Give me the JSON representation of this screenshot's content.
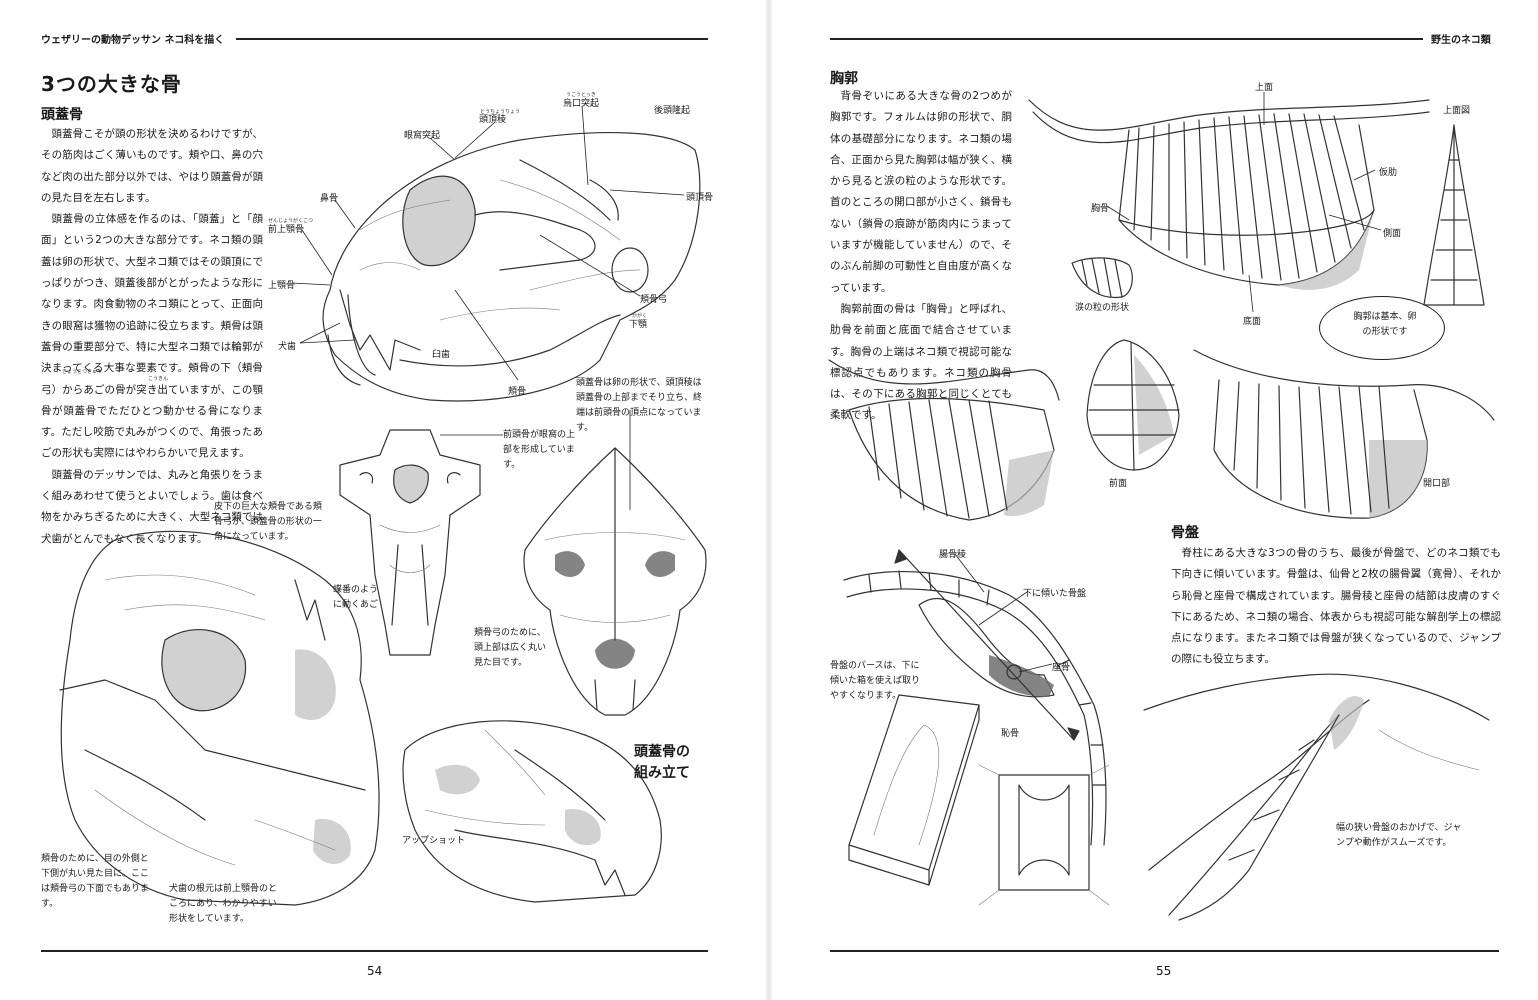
{
  "left_page": {
    "running_head": "ウェザリーの動物デッサン ネコ科を描く",
    "page_number": "54",
    "title": "3つの大きな骨",
    "section": "頭蓋骨",
    "paragraphs": [
      "頭蓋骨こそが頭の形状を決めるわけですが、その筋肉はごく薄いものです。頬や口、鼻の穴など肉の出た部分以外では、やはり頭蓋骨が頭の見た目を左右します。",
      "頭蓋骨の立体感を作るのは、「頭蓋」と「顔面」という2つの大きな部分です。ネコ類の頭蓋は卵の形状で、大型ネコ類ではその頭頂にでっぱりがつき、頭蓋後部がとがったような形になります。肉食動物のネコ類にとって、正面向きの眼窩は獲物の追跡に役立ちます。頬骨は頭蓋骨の重要部分で、特に大型ネコ類では輪郭が決まってくる大事な要素です。頬骨の下（頬骨弓）からあごの骨が突き出ていますが、この顎骨が頭蓋骨でただひとつ動かせる骨になります。ただし咬筋で丸みがつくので、角張ったあごの形状も実際にはやわらかいで見えます。",
      "頭蓋骨のデッサンでは、丸みと角張りをうまく組みあわせて使うとよいでしょう。歯は食べ物をかみちぎるために大きく、大型ネコ類では犬歯がとんでもなく長くなります。"
    ],
    "rubies": {
      "sagittal": "とうちょうりょう",
      "coronoid": "うこうとっき",
      "premax": "ぜんじょうがくこつ",
      "zygarch": "きょうこつきゅう",
      "mandible": "かがく",
      "masseter": "こうきん"
    },
    "labels": {
      "sagittal_crest": "頭頂稜",
      "coronoid_process": "烏口突起",
      "occipital_ridge": "後頭隆起",
      "orbital_process": "眼窩突起",
      "nasal": "鼻骨",
      "parietal": "頭頂骨",
      "premaxilla": "前上顎骨",
      "maxilla": "上顎骨",
      "zygomatic_arch": "頬骨弓",
      "mandible": "下顎",
      "canine": "犬歯",
      "molar": "臼歯",
      "zygomatic": "頬骨",
      "frontal": "前頭骨が眼窩の上部を形成しています。",
      "egg_shape": "頭蓋骨は卵の形状で、頭頂稜は頭蓋骨の上部までそり立ち、終端は前頭骨の頂点になっています。",
      "zygomatic_note": "皮下の巨大な頬骨である頬骨弓が、頭蓋骨の形状の一角になっています。",
      "hinge": "蝶番のように動くあご",
      "wide_top": "頬骨弓のために、頭上部は広く丸い見た目です。",
      "assembly": "頭蓋骨の組み立て",
      "upshot": "アップショット",
      "eye_outer": "頬骨のために、目の外側と下側が丸い見た目に。ここは頬骨弓の下面でもあります。",
      "canine_root": "犬歯の根元は前上顎骨のところにあり、わかりやすい形状をしています。"
    }
  },
  "right_page": {
    "running_head": "野生のネコ類",
    "page_number": "55",
    "section_thorax": "胸郭",
    "thorax_text": [
      "背骨ぞいにある大きな骨の2つめが胸郭です。フォルムは卵の形状で、胴体の基礎部分になります。ネコ類の場合、正面から見た胸郭は幅が狭く、横から見ると涙の粒のような形状です。首のところの開口部が小さく、鎖骨もない（鎖骨の痕跡が筋肉内にうまっていますが機能していません）ので、そのぶん前脚の可動性と自由度が高くなっています。",
      "胸郭前面の骨は「胸骨」と呼ばれ、肋骨を前面と底面で結合させています。胸骨の上端はネコ類で視認可能な標認点でもあります。ネコ類の胸骨は、その下にある胸郭と同じくとても柔軟です。"
    ],
    "section_pelvis": "骨盤",
    "pelvis_text": [
      "脊柱にある大きな3つの骨のうち、最後が骨盤で、どのネコ類でも下向きに傾いています。骨盤は、仙骨と2枚の腸骨翼（寛骨）、それから恥骨と座骨で構成されています。腸骨稜と座骨の結節は皮膚のすぐ下にあるため、ネコ類の場合、体表からも視認可能な解剖学上の標認点になります。またネコ類では骨盤が狭くなっているので、ジャンプの際にも役立ちます。"
    ],
    "labels": {
      "top": "上面",
      "top_view": "上面図",
      "false_ribs": "仮肋",
      "sternum": "胸骨",
      "side": "側面",
      "teardrop": "涙の粒の形状",
      "bottom": "底面",
      "egg_note": "胸郭は基本、卵の形状です",
      "front": "前面",
      "opening": "開口部",
      "iliac_crest": "腸骨稜",
      "tilted_pelvis": "下に傾いた骨盤",
      "ischium": "座骨",
      "pelvis_perspective": "骨盤のパースは、下に傾いた箱を使えば取りやすくなります。",
      "pubis": "恥骨",
      "narrow_pelvis": "幅の狭い骨盤のおかげで、ジャンプや動作がスムーズです。"
    }
  }
}
